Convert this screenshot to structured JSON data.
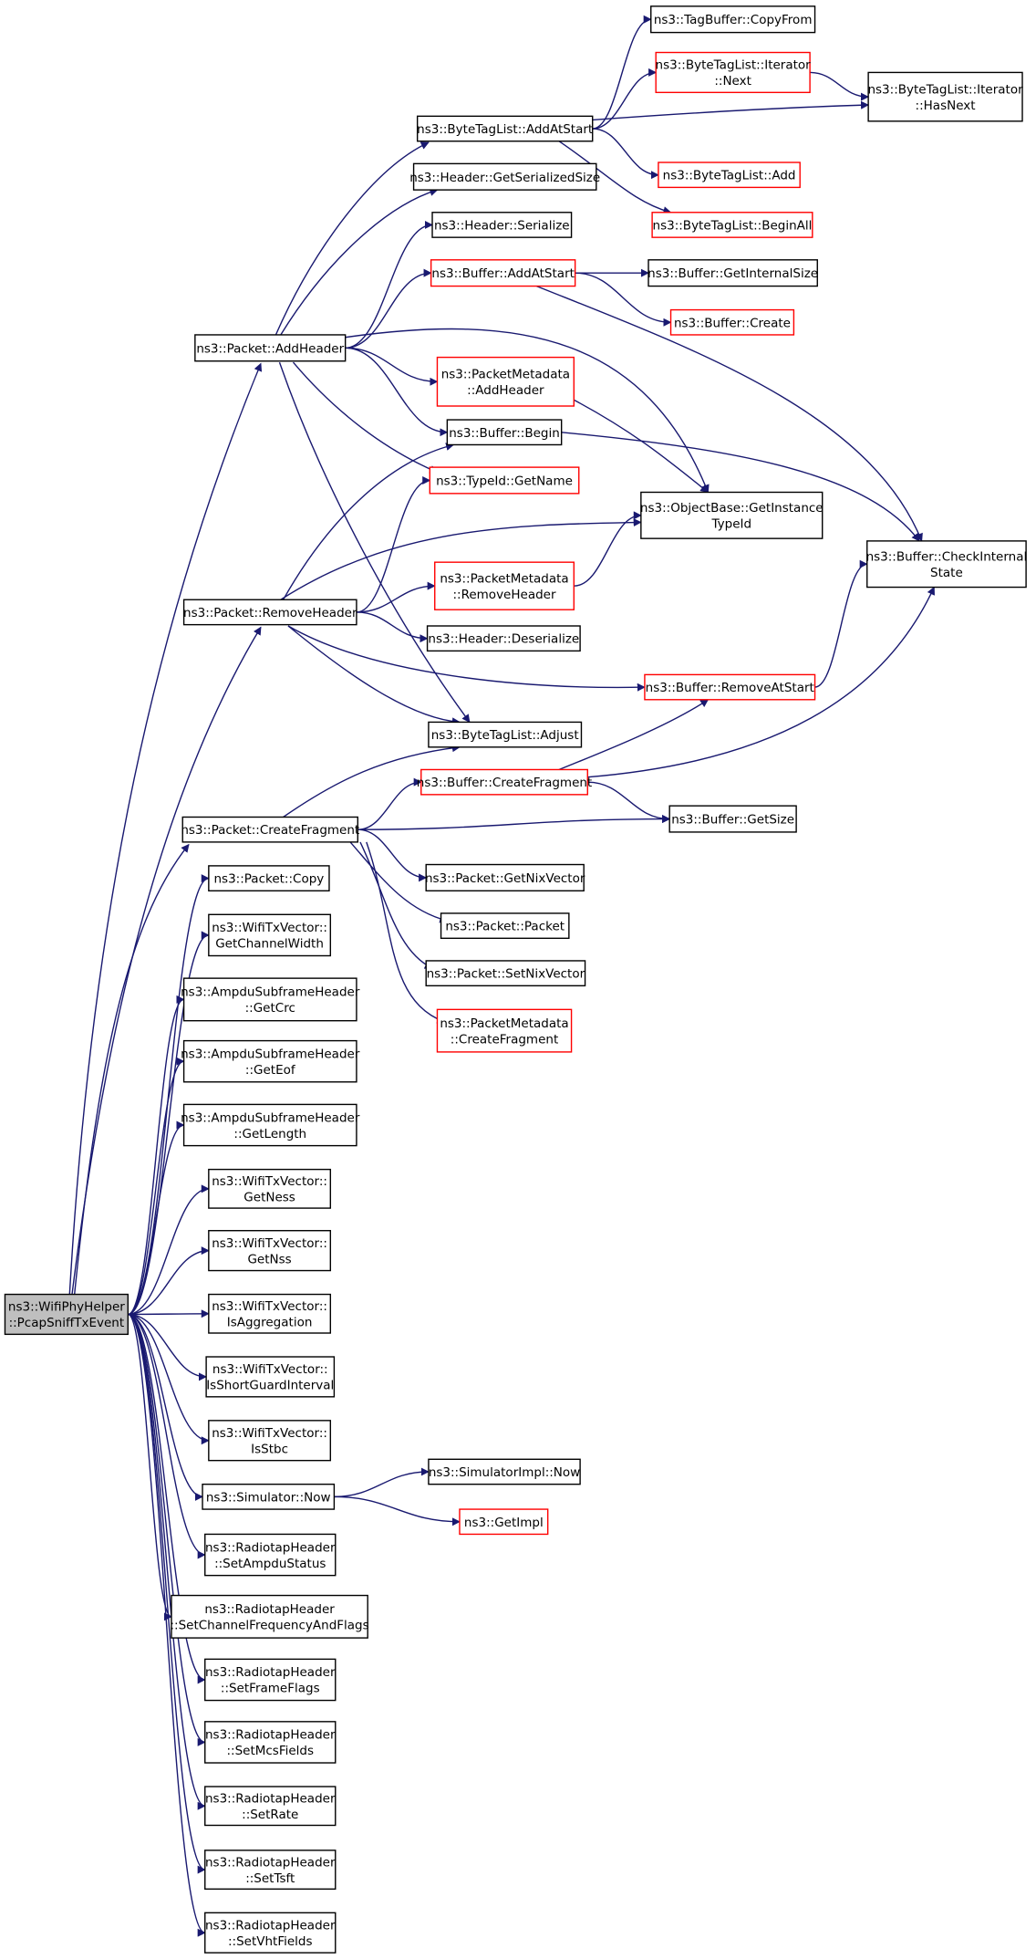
{
  "colors": {
    "edge": "#191970",
    "root_fill": "#bfbfbf",
    "node_border": "#000000",
    "truncated_border": "#ff0000"
  },
  "root": {
    "id": "root",
    "lines": [
      "ns3::WifiPhyHelper",
      "::PcapSniffTxEvent"
    ],
    "style": "root"
  },
  "nodes": [
    {
      "id": "tagbuf_copyfrom",
      "lines": [
        "ns3::TagBuffer::CopyFrom"
      ],
      "style": "normal"
    },
    {
      "id": "btl_iter_next",
      "lines": [
        "ns3::ByteTagList::Iterator",
        "::Next"
      ],
      "style": "truncated"
    },
    {
      "id": "btl_iter_hasnext",
      "lines": [
        "ns3::ByteTagList::Iterator",
        "::HasNext"
      ],
      "style": "normal"
    },
    {
      "id": "btl_addatstart",
      "lines": [
        "ns3::ByteTagList::AddAtStart"
      ],
      "style": "normal"
    },
    {
      "id": "btl_add",
      "lines": [
        "ns3::ByteTagList::Add"
      ],
      "style": "truncated"
    },
    {
      "id": "header_getsersize",
      "lines": [
        "ns3::Header::GetSerializedSize"
      ],
      "style": "normal"
    },
    {
      "id": "btl_beginall",
      "lines": [
        "ns3::ByteTagList::BeginAll"
      ],
      "style": "truncated"
    },
    {
      "id": "header_serialize",
      "lines": [
        "ns3::Header::Serialize"
      ],
      "style": "normal"
    },
    {
      "id": "buffer_addatstart",
      "lines": [
        "ns3::Buffer::AddAtStart"
      ],
      "style": "truncated"
    },
    {
      "id": "buffer_getinternalsize",
      "lines": [
        "ns3::Buffer::GetInternalSize"
      ],
      "style": "normal"
    },
    {
      "id": "buffer_create",
      "lines": [
        "ns3::Buffer::Create"
      ],
      "style": "truncated"
    },
    {
      "id": "packet_addheader",
      "lines": [
        "ns3::Packet::AddHeader"
      ],
      "style": "normal"
    },
    {
      "id": "pm_addheader",
      "lines": [
        "ns3::PacketMetadata",
        "::AddHeader"
      ],
      "style": "truncated"
    },
    {
      "id": "buffer_begin",
      "lines": [
        "ns3::Buffer::Begin"
      ],
      "style": "normal"
    },
    {
      "id": "typeid_getname",
      "lines": [
        "ns3::TypeId::GetName"
      ],
      "style": "truncated"
    },
    {
      "id": "objbase_getinstancetypeid",
      "lines": [
        "ns3::ObjectBase::GetInstance",
        "TypeId"
      ],
      "style": "normal"
    },
    {
      "id": "buffer_checkinternalstate",
      "lines": [
        "ns3::Buffer::CheckInternal",
        "State"
      ],
      "style": "normal"
    },
    {
      "id": "pm_removeheader",
      "lines": [
        "ns3::PacketMetadata",
        "::RemoveHeader"
      ],
      "style": "truncated"
    },
    {
      "id": "packet_removeheader",
      "lines": [
        "ns3::Packet::RemoveHeader"
      ],
      "style": "normal"
    },
    {
      "id": "header_deserialize",
      "lines": [
        "ns3::Header::Deserialize"
      ],
      "style": "normal"
    },
    {
      "id": "buffer_removeatstart",
      "lines": [
        "ns3::Buffer::RemoveAtStart"
      ],
      "style": "truncated"
    },
    {
      "id": "btl_adjust",
      "lines": [
        "ns3::ByteTagList::Adjust"
      ],
      "style": "normal"
    },
    {
      "id": "buffer_createfragment",
      "lines": [
        "ns3::Buffer::CreateFragment"
      ],
      "style": "truncated"
    },
    {
      "id": "packet_createfragment",
      "lines": [
        "ns3::Packet::CreateFragment"
      ],
      "style": "normal"
    },
    {
      "id": "buffer_getsize",
      "lines": [
        "ns3::Buffer::GetSize"
      ],
      "style": "normal"
    },
    {
      "id": "packet_getnixvector",
      "lines": [
        "ns3::Packet::GetNixVector"
      ],
      "style": "normal"
    },
    {
      "id": "packet_copy",
      "lines": [
        "ns3::Packet::Copy"
      ],
      "style": "normal"
    },
    {
      "id": "packet_packet",
      "lines": [
        "ns3::Packet::Packet"
      ],
      "style": "normal"
    },
    {
      "id": "wtv_getchannelwidth",
      "lines": [
        "ns3::WifiTxVector::",
        "GetChannelWidth"
      ],
      "style": "normal"
    },
    {
      "id": "packet_setnixvector",
      "lines": [
        "ns3::Packet::SetNixVector"
      ],
      "style": "normal"
    },
    {
      "id": "ash_getcrc",
      "lines": [
        "ns3::AmpduSubframeHeader",
        "::GetCrc"
      ],
      "style": "normal"
    },
    {
      "id": "pm_createfragment",
      "lines": [
        "ns3::PacketMetadata",
        "::CreateFragment"
      ],
      "style": "truncated"
    },
    {
      "id": "ash_geteof",
      "lines": [
        "ns3::AmpduSubframeHeader",
        "::GetEof"
      ],
      "style": "normal"
    },
    {
      "id": "ash_getlength",
      "lines": [
        "ns3::AmpduSubframeHeader",
        "::GetLength"
      ],
      "style": "normal"
    },
    {
      "id": "wtv_getness",
      "lines": [
        "ns3::WifiTxVector::",
        "GetNess"
      ],
      "style": "normal"
    },
    {
      "id": "wtv_getnss",
      "lines": [
        "ns3::WifiTxVector::",
        "GetNss"
      ],
      "style": "normal"
    },
    {
      "id": "wtv_isaggregation",
      "lines": [
        "ns3::WifiTxVector::",
        "IsAggregation"
      ],
      "style": "normal"
    },
    {
      "id": "wtv_isshortgi",
      "lines": [
        "ns3::WifiTxVector::",
        "IsShortGuardInterval"
      ],
      "style": "normal"
    },
    {
      "id": "wtv_isstbc",
      "lines": [
        "ns3::WifiTxVector::",
        "IsStbc"
      ],
      "style": "normal"
    },
    {
      "id": "simulator_now",
      "lines": [
        "ns3::Simulator::Now"
      ],
      "style": "normal"
    },
    {
      "id": "simimpl_now",
      "lines": [
        "ns3::SimulatorImpl::Now"
      ],
      "style": "normal"
    },
    {
      "id": "getimpl",
      "lines": [
        "ns3::GetImpl"
      ],
      "style": "truncated"
    },
    {
      "id": "rh_setampdustatus",
      "lines": [
        "ns3::RadiotapHeader",
        "::SetAmpduStatus"
      ],
      "style": "normal"
    },
    {
      "id": "rh_setchanfreqflags",
      "lines": [
        "ns3::RadiotapHeader",
        "::SetChannelFrequencyAndFlags"
      ],
      "style": "normal"
    },
    {
      "id": "rh_setframeflags",
      "lines": [
        "ns3::RadiotapHeader",
        "::SetFrameFlags"
      ],
      "style": "normal"
    },
    {
      "id": "rh_setmcsfields",
      "lines": [
        "ns3::RadiotapHeader",
        "::SetMcsFields"
      ],
      "style": "normal"
    },
    {
      "id": "rh_setrate",
      "lines": [
        "ns3::RadiotapHeader",
        "::SetRate"
      ],
      "style": "normal"
    },
    {
      "id": "rh_settsft",
      "lines": [
        "ns3::RadiotapHeader",
        "::SetTsft"
      ],
      "style": "normal"
    },
    {
      "id": "rh_setvhtfields",
      "lines": [
        "ns3::RadiotapHeader",
        "::SetVhtFields"
      ],
      "style": "normal"
    }
  ],
  "edges": [
    [
      "root",
      "packet_addheader"
    ],
    [
      "root",
      "packet_removeheader"
    ],
    [
      "root",
      "packet_createfragment"
    ],
    [
      "root",
      "packet_copy"
    ],
    [
      "root",
      "wtv_getchannelwidth"
    ],
    [
      "root",
      "ash_getcrc"
    ],
    [
      "root",
      "ash_geteof"
    ],
    [
      "root",
      "ash_getlength"
    ],
    [
      "root",
      "wtv_getness"
    ],
    [
      "root",
      "wtv_getnss"
    ],
    [
      "root",
      "wtv_isaggregation"
    ],
    [
      "root",
      "wtv_isshortgi"
    ],
    [
      "root",
      "wtv_isstbc"
    ],
    [
      "root",
      "simulator_now"
    ],
    [
      "root",
      "rh_setampdustatus"
    ],
    [
      "root",
      "rh_setchanfreqflags"
    ],
    [
      "root",
      "rh_setframeflags"
    ],
    [
      "root",
      "rh_setmcsfields"
    ],
    [
      "root",
      "rh_setrate"
    ],
    [
      "root",
      "rh_settsft"
    ],
    [
      "root",
      "rh_setvhtfields"
    ],
    [
      "packet_addheader",
      "btl_addatstart"
    ],
    [
      "packet_addheader",
      "header_getsersize"
    ],
    [
      "packet_addheader",
      "header_serialize"
    ],
    [
      "packet_addheader",
      "buffer_addatstart"
    ],
    [
      "packet_addheader",
      "objbase_getinstancetypeid"
    ],
    [
      "packet_addheader",
      "pm_addheader"
    ],
    [
      "packet_addheader",
      "buffer_begin"
    ],
    [
      "packet_addheader",
      "typeid_getname"
    ],
    [
      "packet_addheader",
      "btl_adjust"
    ],
    [
      "btl_addatstart",
      "tagbuf_copyfrom"
    ],
    [
      "btl_addatstart",
      "btl_iter_next"
    ],
    [
      "btl_addatstart",
      "btl_iter_hasnext"
    ],
    [
      "btl_addatstart",
      "btl_add"
    ],
    [
      "btl_addatstart",
      "btl_beginall"
    ],
    [
      "btl_iter_next",
      "btl_iter_hasnext"
    ],
    [
      "buffer_addatstart",
      "buffer_getinternalsize"
    ],
    [
      "buffer_addatstart",
      "buffer_create"
    ],
    [
      "buffer_addatstart",
      "buffer_checkinternalstate"
    ],
    [
      "pm_addheader",
      "objbase_getinstancetypeid"
    ],
    [
      "buffer_begin",
      "buffer_checkinternalstate"
    ],
    [
      "packet_removeheader",
      "buffer_begin"
    ],
    [
      "packet_removeheader",
      "typeid_getname"
    ],
    [
      "packet_removeheader",
      "objbase_getinstancetypeid"
    ],
    [
      "packet_removeheader",
      "pm_removeheader"
    ],
    [
      "packet_removeheader",
      "header_deserialize"
    ],
    [
      "packet_removeheader",
      "buffer_removeatstart"
    ],
    [
      "packet_removeheader",
      "btl_adjust"
    ],
    [
      "pm_removeheader",
      "objbase_getinstancetypeid"
    ],
    [
      "buffer_removeatstart",
      "buffer_checkinternalstate"
    ],
    [
      "packet_createfragment",
      "btl_adjust"
    ],
    [
      "packet_createfragment",
      "buffer_createfragment"
    ],
    [
      "packet_createfragment",
      "buffer_getsize"
    ],
    [
      "packet_createfragment",
      "packet_getnixvector"
    ],
    [
      "packet_createfragment",
      "packet_packet"
    ],
    [
      "packet_createfragment",
      "packet_setnixvector"
    ],
    [
      "packet_createfragment",
      "pm_createfragment"
    ],
    [
      "buffer_createfragment",
      "buffer_removeatstart"
    ],
    [
      "buffer_createfragment",
      "buffer_checkinternalstate"
    ],
    [
      "buffer_createfragment",
      "buffer_getsize"
    ],
    [
      "simulator_now",
      "simimpl_now"
    ],
    [
      "simulator_now",
      "getimpl"
    ]
  ]
}
